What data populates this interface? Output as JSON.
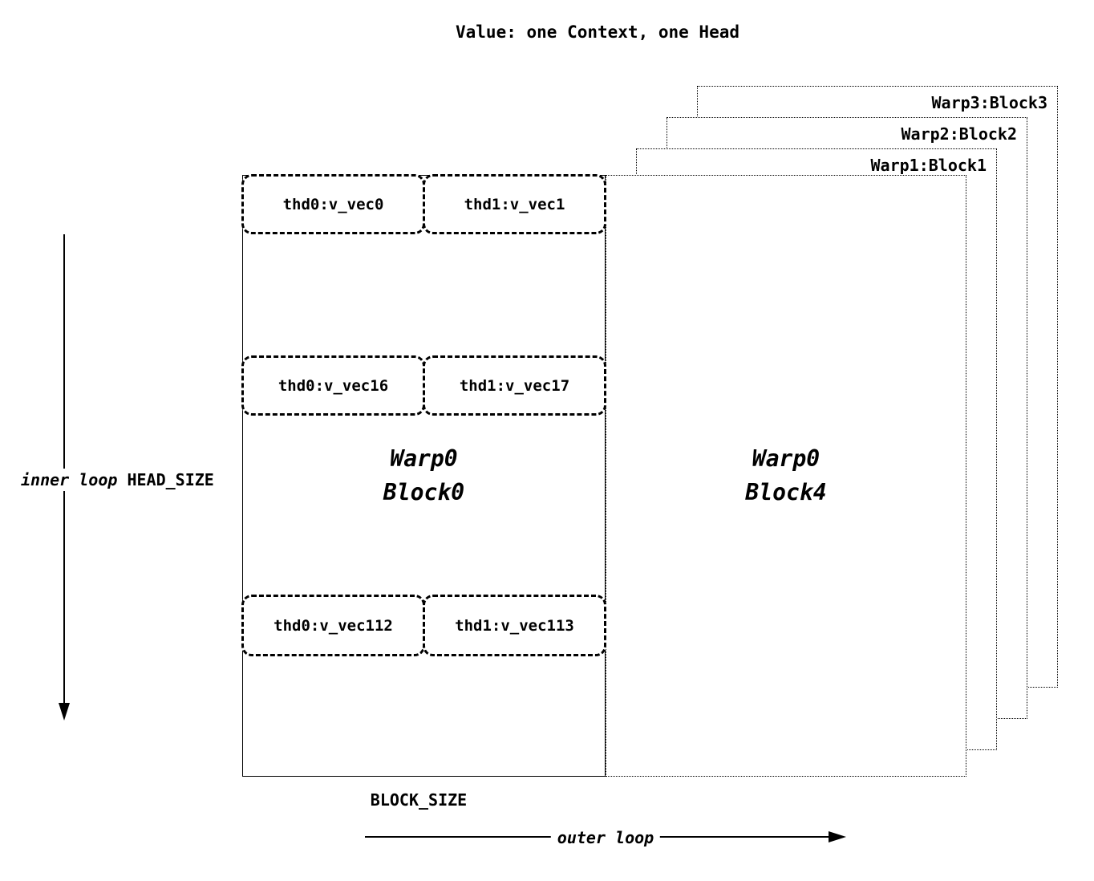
{
  "title": "Value: one Context, one Head",
  "main_block": {
    "name_line1": "Warp0",
    "name_line2": "Block0",
    "rows": [
      {
        "left": "thd0:v_vec0",
        "right": "thd1:v_vec1"
      },
      {
        "left": "thd0:v_vec16",
        "right": "thd1:v_vec17"
      },
      {
        "left": "thd0:v_vec112",
        "right": "thd1:v_vec113"
      }
    ]
  },
  "front_block": {
    "name_line1": "Warp0",
    "name_line2": "Block4"
  },
  "stacked_blocks": [
    {
      "label": "Warp1:Block1"
    },
    {
      "label": "Warp2:Block2"
    },
    {
      "label": "Warp3:Block3"
    }
  ],
  "annotations": {
    "inner_loop": "inner loop",
    "inner_loop_dim": "HEAD_SIZE",
    "block_size": "BLOCK_SIZE",
    "outer_loop": "outer loop"
  },
  "colors": {
    "stroke": "#000000",
    "background": "#ffffff"
  }
}
